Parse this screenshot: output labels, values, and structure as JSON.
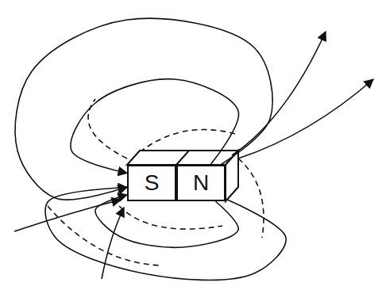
{
  "diagram": {
    "nodes": [
      {
        "text": [
          "S"
        ]
      },
      {
        "text": [
          "N"
        ]
      }
    ],
    "edges": [
      {
        "from": 1,
        "to": 0,
        "arrow": "to"
      },
      {
        "from": 1,
        "to": 0,
        "arrow": "to"
      },
      {
        "from": 1,
        "to": 0,
        "arrow": "to"
      },
      {
        "from": 1,
        "to": 0,
        "arrow": "to"
      }
    ]
  }
}
